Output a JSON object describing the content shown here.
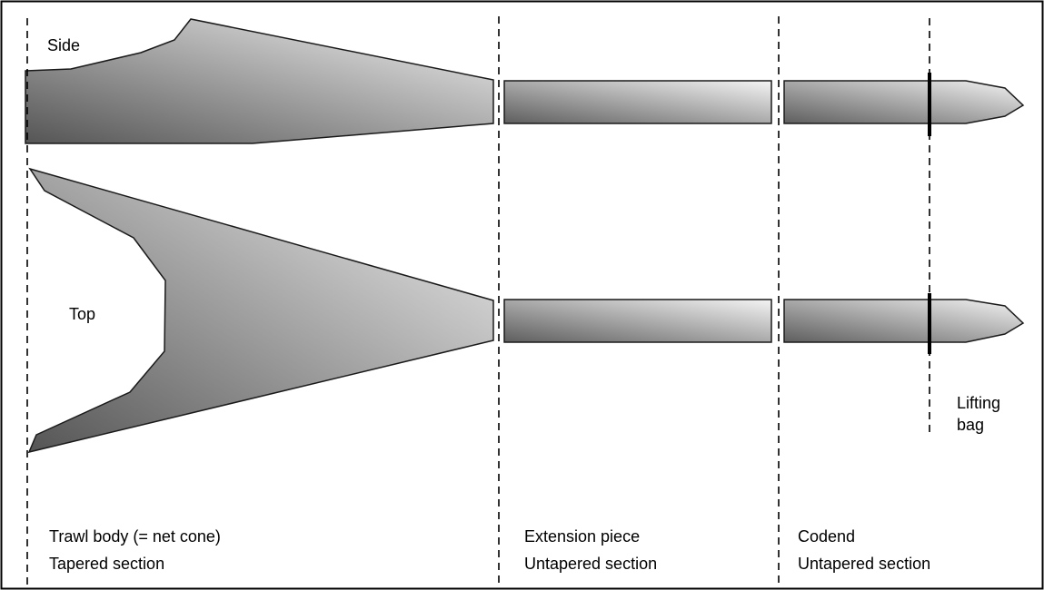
{
  "views": {
    "side": "Side",
    "top": "Top"
  },
  "annotations": {
    "lifting_bag_line1": "Lifting",
    "lifting_bag_line2": "bag"
  },
  "sections": [
    {
      "name": "Trawl body (= net cone)",
      "type": "Tapered section"
    },
    {
      "name": "Extension piece",
      "type": "Untapered section"
    },
    {
      "name": "Codend",
      "type": "Untapered section"
    }
  ],
  "colors": {
    "fill_dark": "#5a5a5a",
    "fill_light": "#f2f2f2",
    "stroke": "#1a1a1a",
    "background": "#ffffff"
  }
}
